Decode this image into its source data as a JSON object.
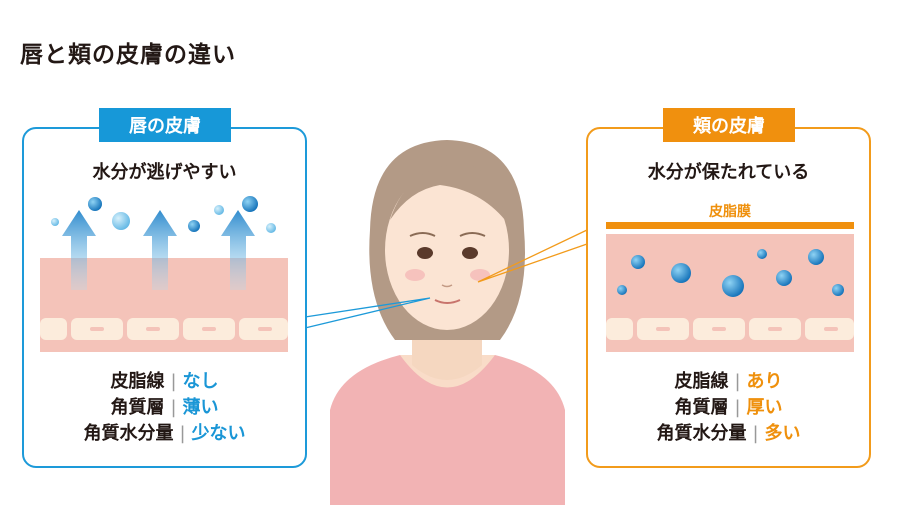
{
  "title": "唇と頬の皮膚の違い",
  "lips": {
    "label": "唇の皮膚",
    "subtitle": "水分が逃げやすい",
    "stats": [
      {
        "name": "皮脂線",
        "value": "なし"
      },
      {
        "name": "角質層",
        "value": "薄い"
      },
      {
        "name": "角質水分量",
        "value": "少ない"
      }
    ]
  },
  "cheek": {
    "label": "頬の皮膚",
    "subtitle": "水分が保たれている",
    "sebum_label": "皮脂膜",
    "stats": [
      {
        "name": "皮脂線",
        "value": "あり"
      },
      {
        "name": "角質層",
        "value": "厚い"
      },
      {
        "name": "角質水分量",
        "value": "多い"
      }
    ]
  },
  "colors": {
    "blue": "#1798d8",
    "orange": "#f0900e",
    "skin_pink": "#f4c3b9",
    "skin_cream": "#fcecdc"
  }
}
